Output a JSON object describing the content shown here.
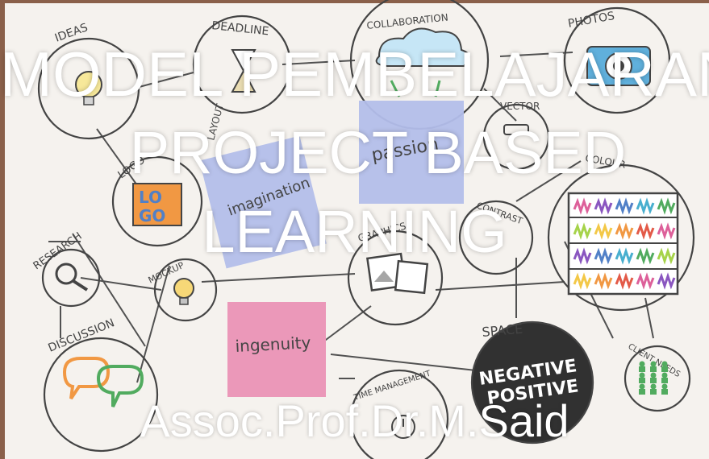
{
  "slide": {
    "title_lines": [
      "MODEL PEMBELAJARAN",
      "PROJECT BASED",
      "LEARNING"
    ],
    "author": "Assoc.Prof.Dr.M.Said"
  },
  "board": {
    "circle_labels": {
      "ideas": "IDEAS",
      "deadline": "DEADLINE",
      "collaboration": "COLLABORATION",
      "photos": "PHOTOS",
      "vector": "VECTOR",
      "layout": "LAYOUT",
      "logo": "LOGO",
      "colour": "COLOUR",
      "research": "RESEARCH",
      "mockup": "MOCKUP",
      "graphics": "GRAPHICS",
      "contrast": "CONTRAST",
      "discussion": "DISCUSSION",
      "space": "SPACE",
      "time_management": "TIME MANAGEMENT",
      "client_needs": "CLIENT NEEDS"
    },
    "sticky_notes": {
      "imagination": "imagination",
      "passion": "passion",
      "ingenuity": "ingenuity"
    },
    "logo_letters": [
      "LO",
      "GO"
    ],
    "space_words": [
      "NEGATIVE",
      "POSITIVE"
    ]
  },
  "colors": {
    "paper": "#f4f1ec",
    "background": "#7a4a32",
    "ink": "#2b2b2b",
    "sticky_blue": "#a9b5e8",
    "sticky_pink": "#e98ab0",
    "logo_orange": "#f08a2a",
    "logo_blue": "#3a6fc0",
    "green": "#3aa049"
  }
}
